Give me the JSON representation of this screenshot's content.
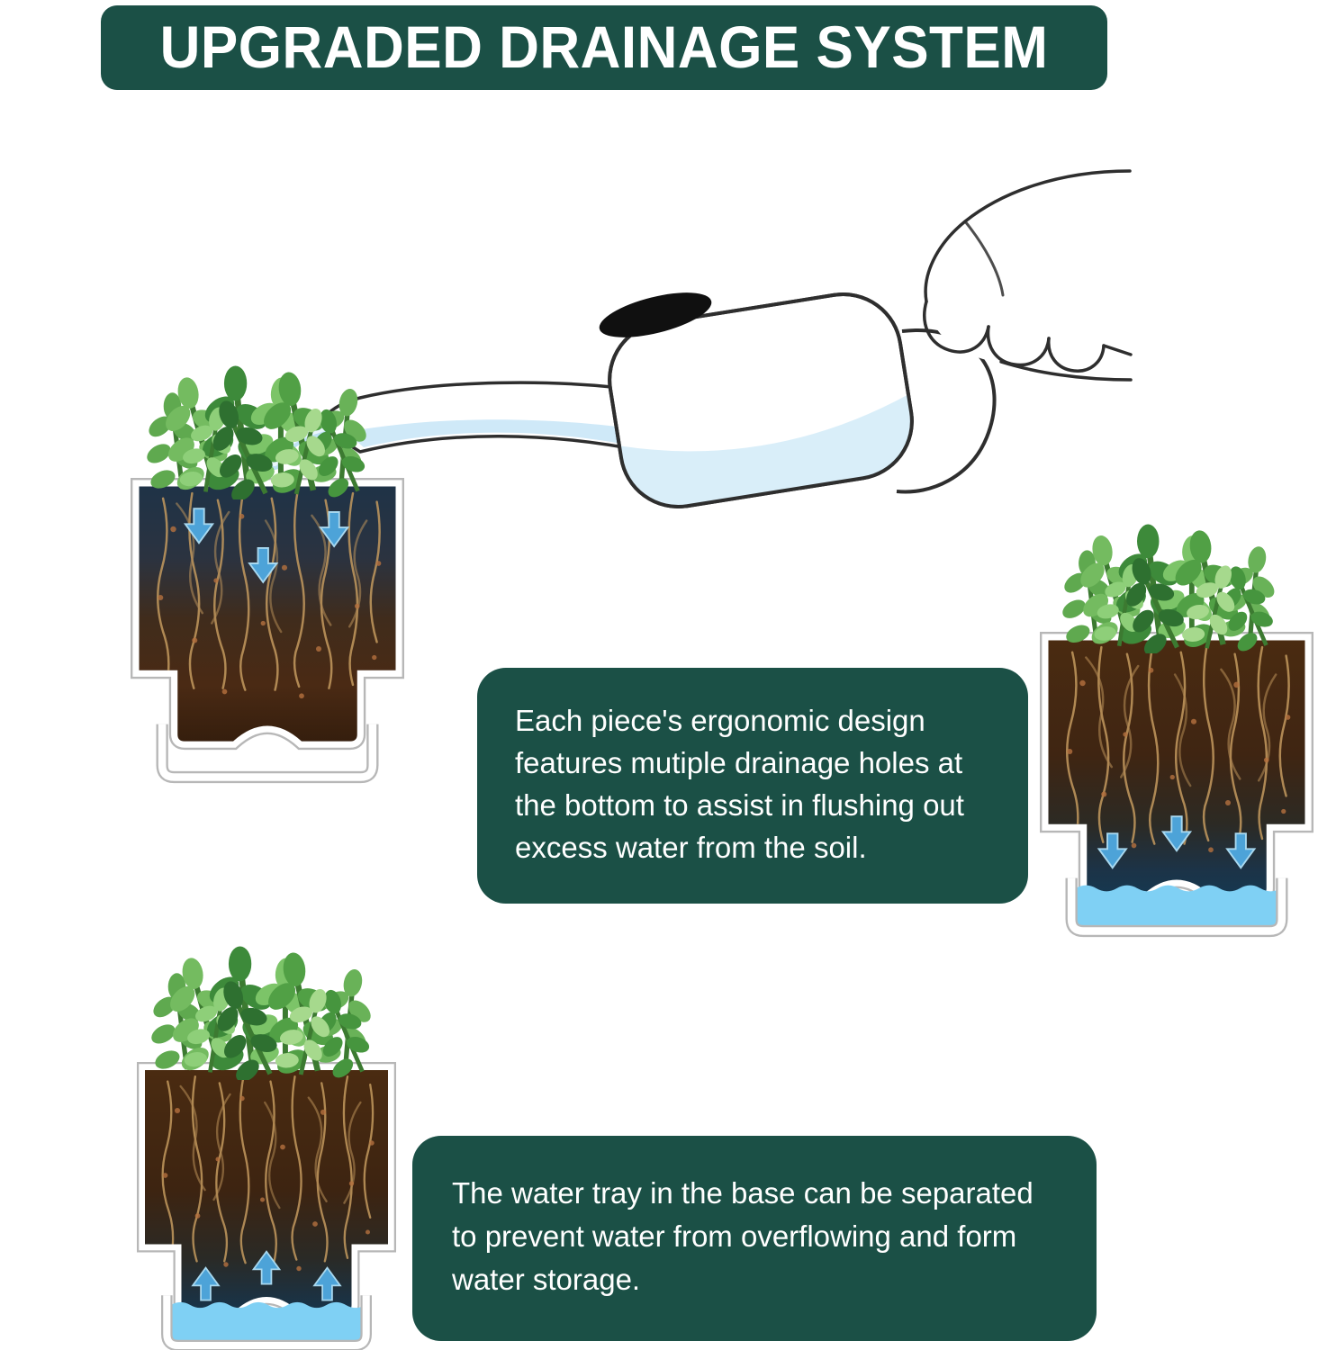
{
  "banner": {
    "title": "UPGRADED DRAINAGE SYSTEM"
  },
  "callouts": {
    "drainage": {
      "text": "Each piece's ergonomic design features mutiple drainage holes at the bottom to assist in flushing out excess water from the soil."
    },
    "tray": {
      "text": "The water tray in the base can be separated to prevent water from overflowing and form water storage."
    }
  },
  "illustrations": {
    "watering": "hand pouring watering can onto potted plant",
    "pot_top": "pot cross-section, water soaking down through soil",
    "pot_right": "pot cross-section, water draining into base tray",
    "pot_bottom": "pot cross-section, water stored in base tray wicking up"
  },
  "colors": {
    "accent_green": "#1b5046",
    "water_blue": "#7fd0f4",
    "arrow_blue": "#4da3d8",
    "soil_brown": "#42280f",
    "wet_soil_blue": "#1c3347",
    "text_white": "#ffffff"
  }
}
